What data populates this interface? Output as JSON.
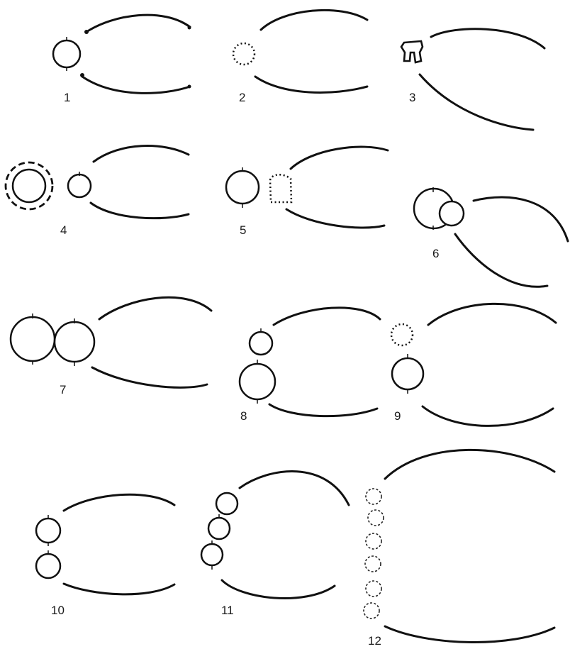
{
  "panels": [
    {
      "label": "1"
    },
    {
      "label": "2"
    },
    {
      "label": "3"
    },
    {
      "label": "4"
    },
    {
      "label": "5"
    },
    {
      "label": "6"
    },
    {
      "label": "7"
    },
    {
      "label": "8"
    },
    {
      "label": "9"
    },
    {
      "label": "10"
    },
    {
      "label": "11"
    },
    {
      "label": "12"
    }
  ]
}
